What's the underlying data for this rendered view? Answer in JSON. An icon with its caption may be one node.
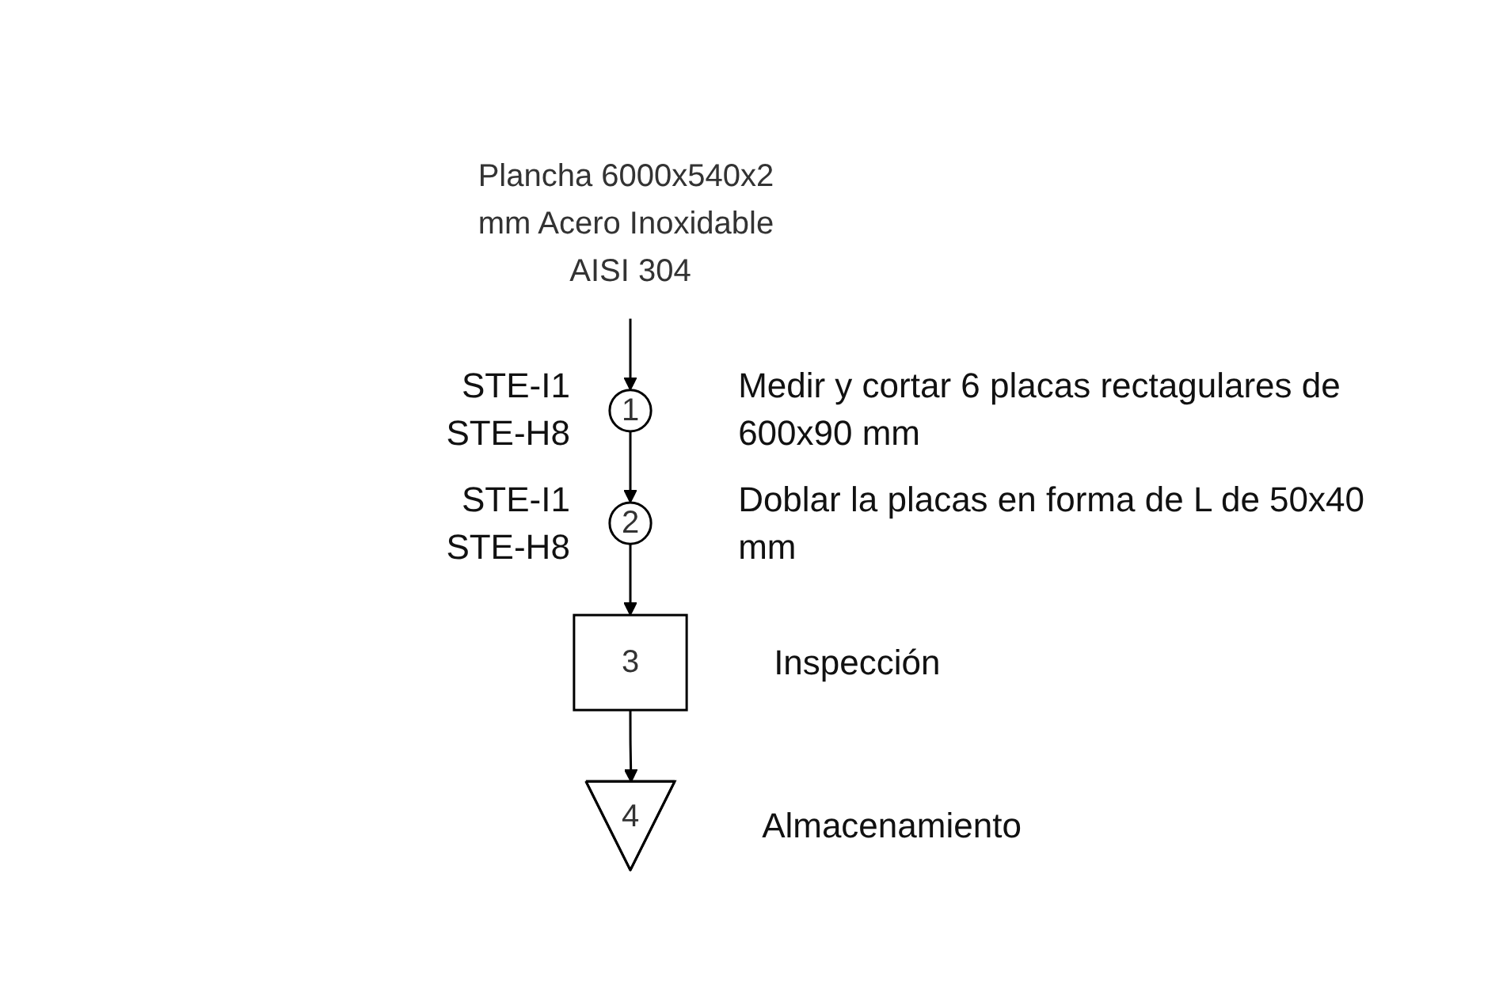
{
  "diagram": {
    "nodes": [
      {
        "text": [
          "Plancha 6000x540x2 mm Acero Inoxidable AISI 304"
        ]
      },
      {
        "text": [
          "1"
        ],
        "beside": [
          "STE-I1 STE-H8",
          "Medir y cortar 6 placas rectagulares de 600x90 mm"
        ]
      },
      {
        "text": [
          "2"
        ],
        "beside": [
          "STE-I1 STE-H8",
          "Doblar la placas en forma de L de 50x40 mm"
        ]
      },
      {
        "text": [
          "3"
        ],
        "beside": [
          "Inspección"
        ]
      },
      {
        "text": [
          "4"
        ],
        "beside": [
          "Almacenamiento"
        ]
      }
    ],
    "edges": [
      {
        "from": 0,
        "to": 1,
        "arrow": "to"
      },
      {
        "from": 1,
        "to": 2,
        "arrow": "to"
      },
      {
        "from": 2,
        "to": 3,
        "arrow": "to"
      },
      {
        "from": 3,
        "to": 4,
        "arrow": "to"
      }
    ]
  }
}
